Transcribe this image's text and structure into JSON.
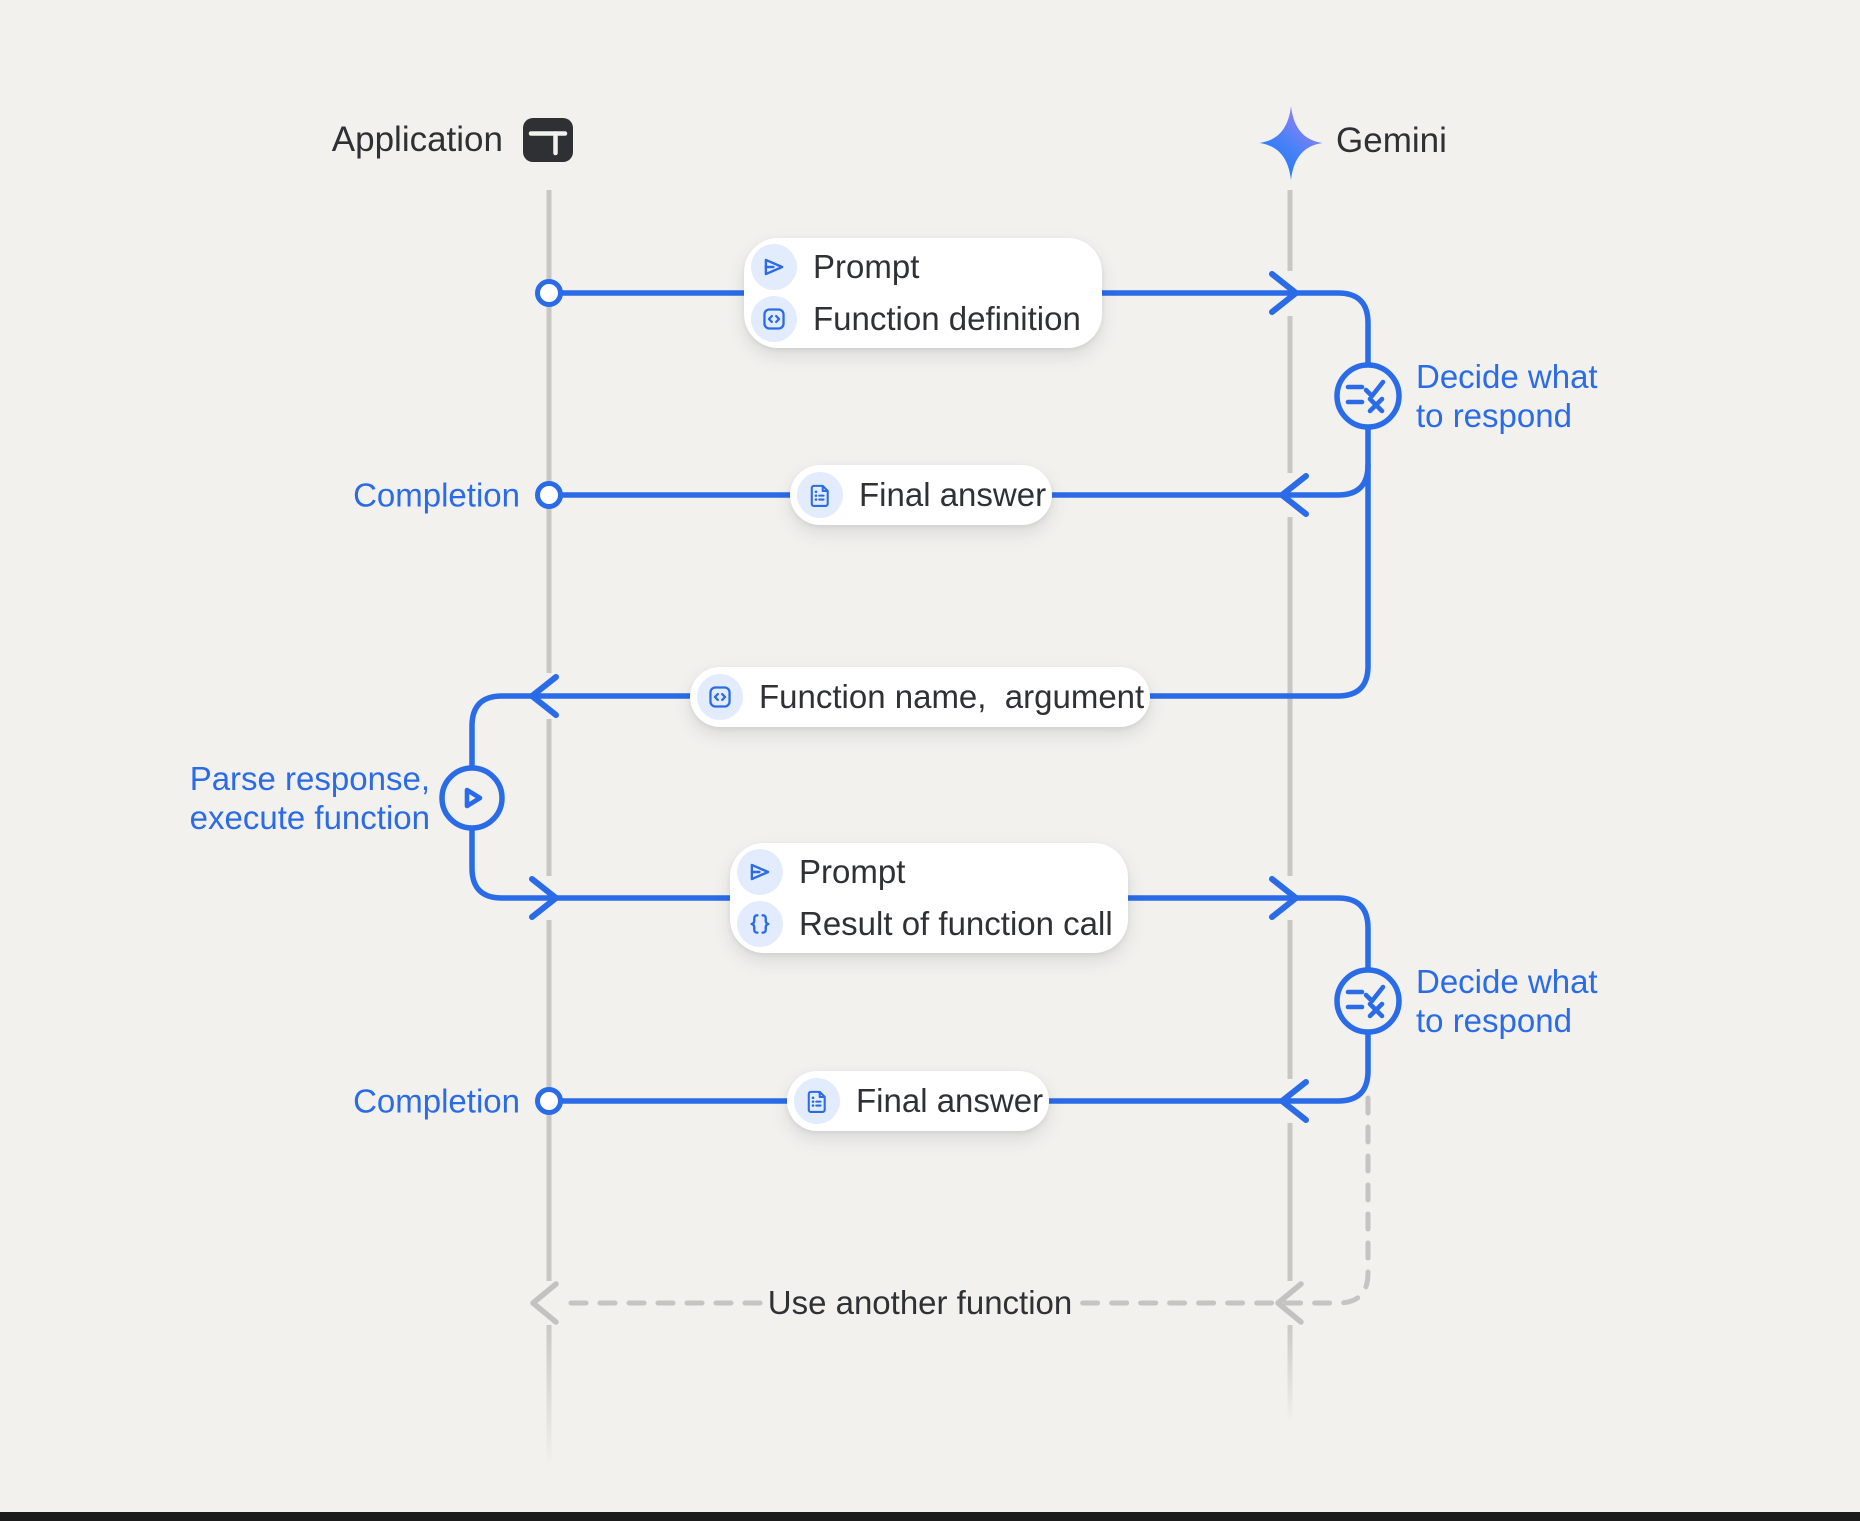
{
  "actors": {
    "application": {
      "label": "Application"
    },
    "gemini": {
      "label": "Gemini"
    }
  },
  "messages": {
    "prompt1": {
      "row1": {
        "label": "Prompt"
      },
      "row2": {
        "label": "Function definition"
      }
    },
    "final1": {
      "row1": {
        "label": "Final answer"
      }
    },
    "function_call": {
      "row1": {
        "label": "Function name,  argument"
      }
    },
    "prompt2": {
      "row1": {
        "label": "Prompt"
      },
      "row2": {
        "label": "Result of function call"
      }
    },
    "final2": {
      "row1": {
        "label": "Final answer"
      }
    },
    "use_another": {
      "label": "Use another function"
    }
  },
  "annotations": {
    "completion1": "Completion",
    "completion2": "Completion",
    "decide1": {
      "line1": "Decide what",
      "line2": "to respond"
    },
    "decide2": {
      "line1": "Decide what",
      "line2": "to respond"
    },
    "parse": {
      "line1": "Parse response,",
      "line2": "execute function"
    }
  },
  "colors": {
    "background": "#f2f1ee",
    "accent_blue": "#2a6be7",
    "icon_chip_blue": "#e3ecfc",
    "lifeline_gray": "#c9c7c4",
    "dark_text": "#2f3134",
    "gemini_gradient_start": "#1b7bf8",
    "gemini_gradient_end": "#a17ef6"
  }
}
